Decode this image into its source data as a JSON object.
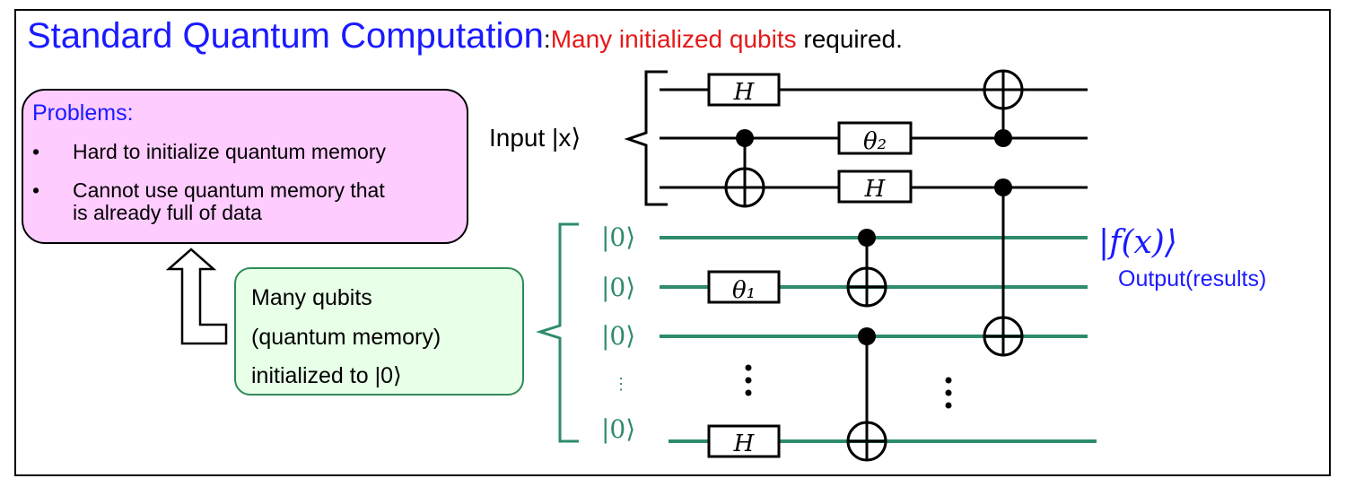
{
  "title": {
    "main": "Standard Quantum Computation",
    "separator": ":",
    "highlight": "Many initialized qubits",
    "rest": " required."
  },
  "problems": {
    "heading": "Problems:",
    "items": [
      "Hard to initialize quantum memory",
      "Cannot use quantum memory that",
      "is already full of data"
    ]
  },
  "memory_box": {
    "lines": [
      "Many qubits",
      "(quantum memory)",
      "initialized to |0⟩"
    ]
  },
  "input_label": "Input |x⟩",
  "ancilla_kets": [
    "|0⟩",
    "|0⟩",
    "|0⟩",
    "|0⟩"
  ],
  "vertical_ellipsis": "⋮",
  "output": {
    "ket": "|f(x)⟩",
    "label": "Output(results)"
  },
  "gates": {
    "h": "H",
    "theta2": "θ₂",
    "theta1": "θ₁"
  },
  "colors": {
    "title_blue": "#1a1aff",
    "highlight_red": "#e61919",
    "ancilla_green": "#2e8b6e",
    "problems_fill": "#ffccff",
    "memory_fill": "#e8ffe8"
  }
}
